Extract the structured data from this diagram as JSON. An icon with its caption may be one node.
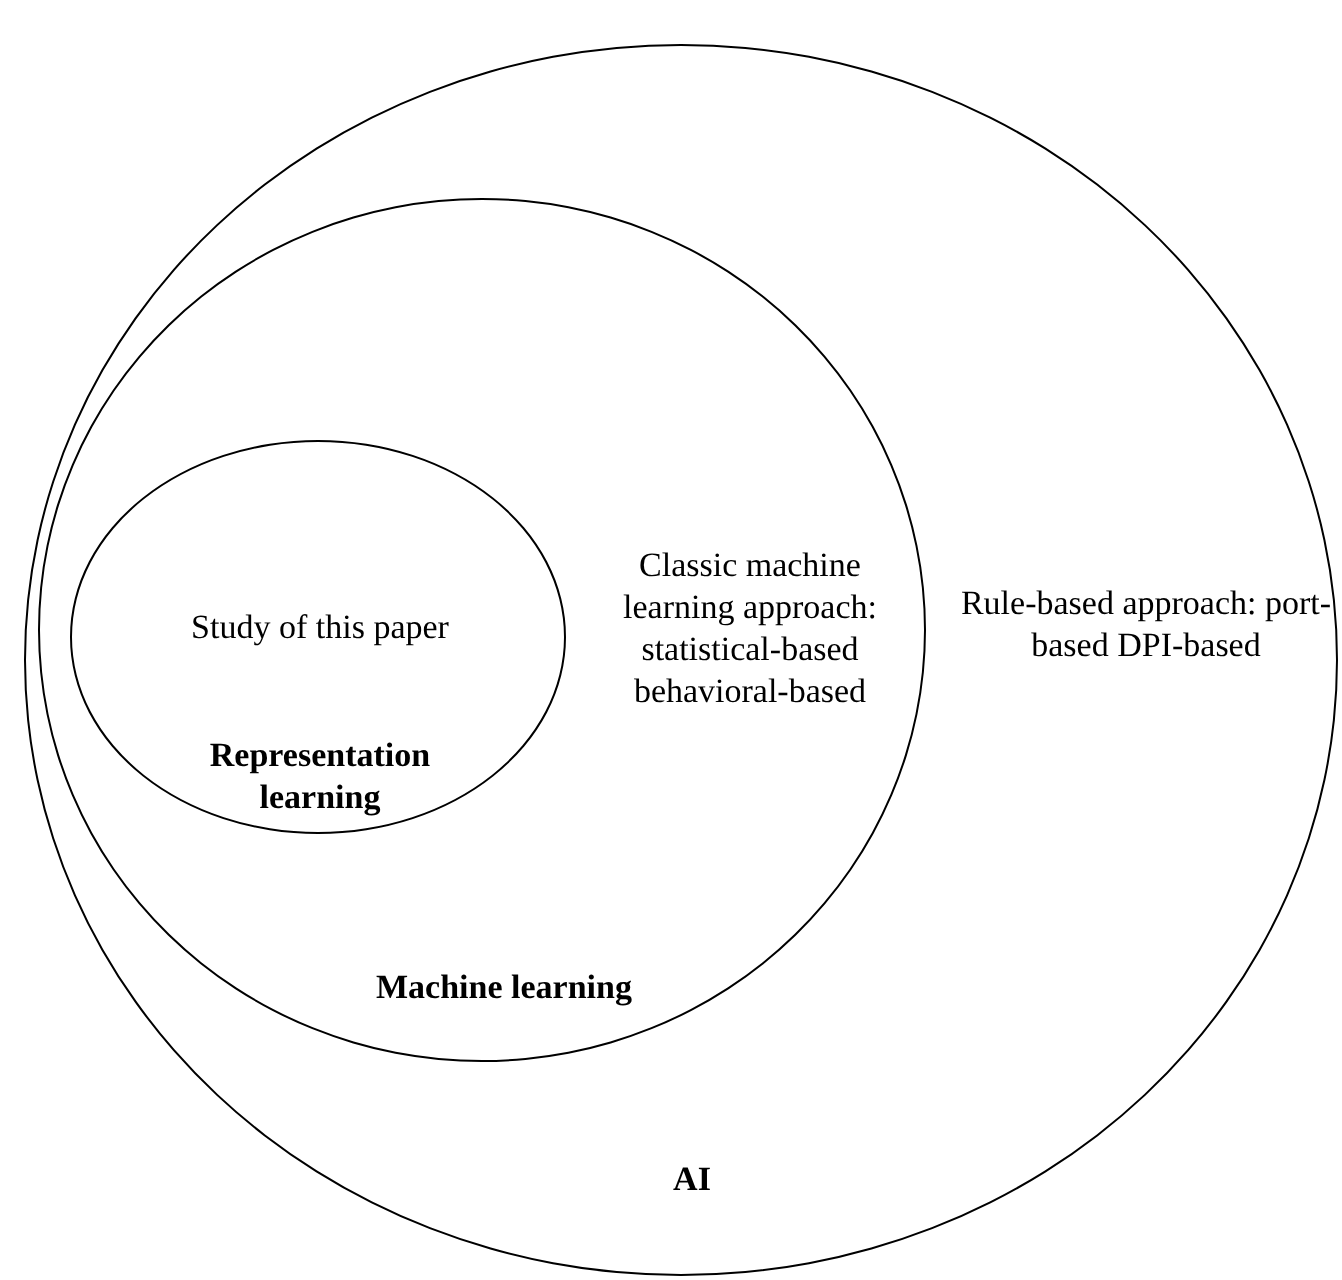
{
  "diagram": {
    "nodes": [
      {
        "text": [
          "Rule-based approach: port-based DPI-based",
          "AI"
        ]
      },
      {
        "text": [
          "Classic machine learning approach: statistical-based behavioral-based",
          "Machine learning"
        ],
        "in": 0
      },
      {
        "text": [
          "Study of this paper",
          "Representation learning"
        ],
        "in": 1
      }
    ]
  }
}
